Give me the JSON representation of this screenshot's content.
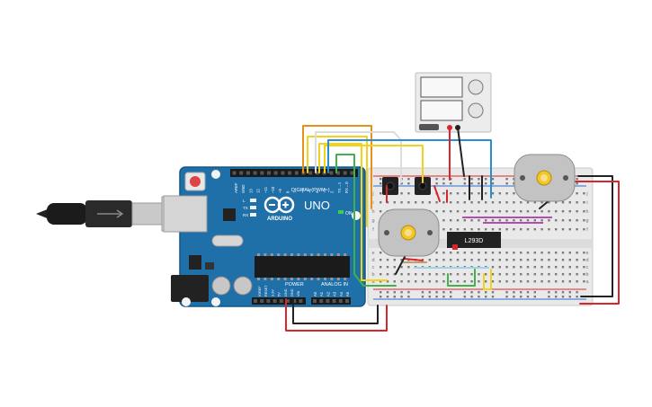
{
  "board": {
    "brand": "ARDUINO",
    "model": "UNO",
    "digital_label": "DIGITAL (PWM~)",
    "power_label": "POWER",
    "analog_label": "ANALOG IN",
    "on_label": "ON",
    "led_labels": [
      "L",
      "TX",
      "RX"
    ],
    "digital_pins": [
      "AREF",
      "GND",
      "13",
      "12",
      "~11",
      "~10",
      "~9",
      "8",
      "7",
      "~6",
      "~5",
      "4",
      "~3",
      "2",
      "TX→1",
      "RX←0"
    ],
    "power_pins": [
      "IOREF",
      "RESET",
      "3.3V",
      "5V",
      "GND",
      "GND",
      "VIN"
    ],
    "analog_pins": [
      "A0",
      "A1",
      "A2",
      "A3",
      "A4",
      "A5"
    ]
  },
  "chip": {
    "label": "L293D"
  },
  "breadboard": {
    "row_letters_top": [
      "j",
      "i",
      "h",
      "g",
      "f"
    ],
    "row_letters_bottom": [
      "e",
      "d",
      "c",
      "b",
      "a"
    ]
  },
  "colors": {
    "wire_orange": "#e8901a",
    "wire_yellow": "#f2d31b",
    "wire_green": "#3fb24a",
    "wire_blue": "#2a8fd0",
    "wire_red": "#d8262c",
    "wire_black": "#222222",
    "wire_white": "#dddddd",
    "arduino_blue": "#1f6fa8"
  },
  "icons": [
    "usb-plug-icon",
    "dc-motor-icon",
    "push-button-icon",
    "power-supply-icon"
  ]
}
